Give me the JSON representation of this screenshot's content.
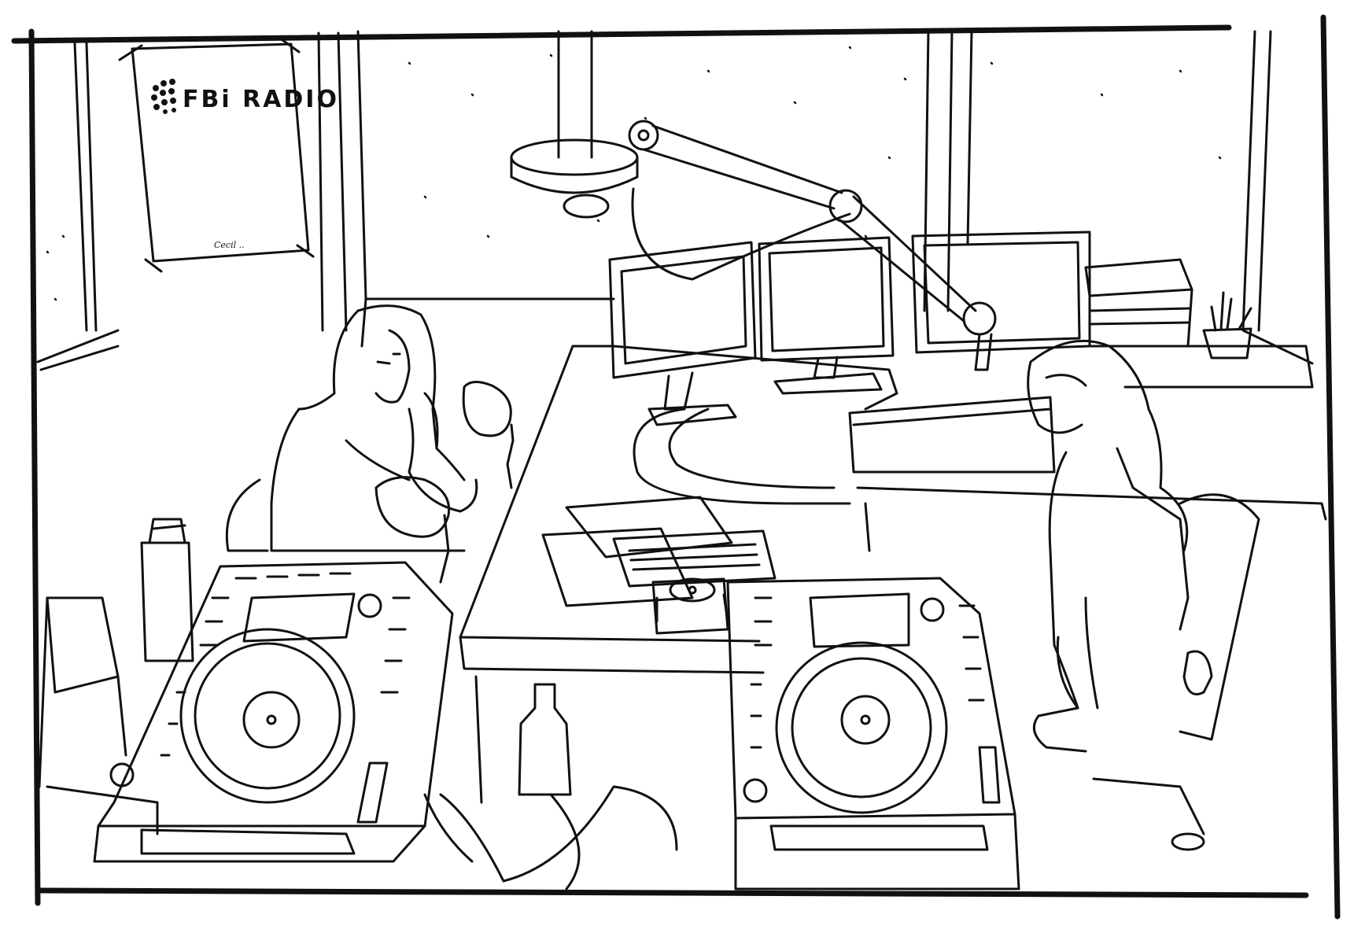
{
  "illustration": {
    "style": "black ink line drawing on white",
    "ink_color": "#111111",
    "paper_color": "#ffffff"
  },
  "poster": {
    "title": "FBi RADIO",
    "logo": "radiating-dots-logo",
    "signature": "Cecil .."
  }
}
